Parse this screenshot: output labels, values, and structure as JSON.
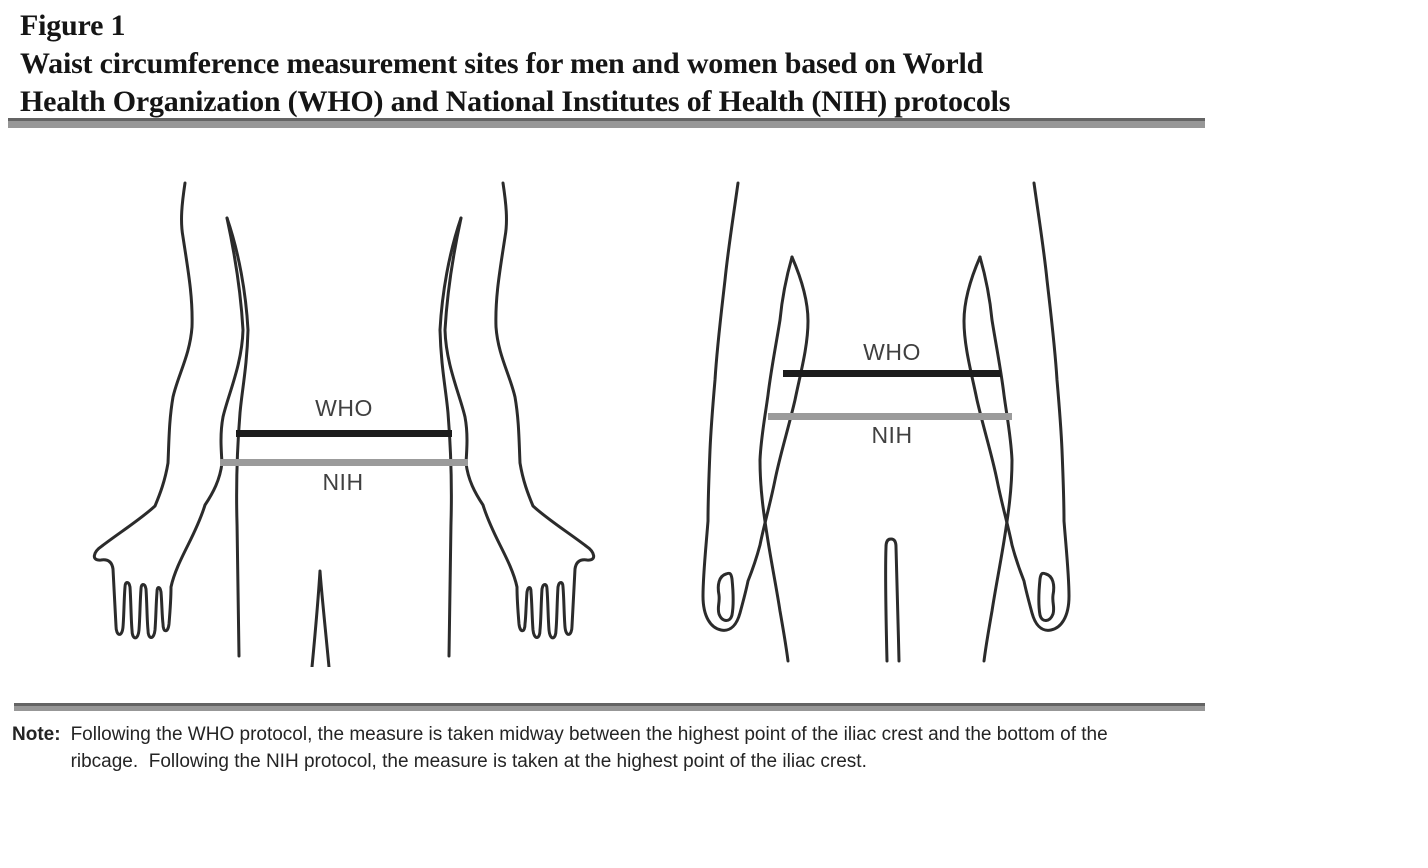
{
  "header": {
    "figure_label": "Figure 1",
    "title_lines": [
      "Waist circumference measurement sites for men and women based on World",
      "Health Organization (WHO) and National Institutes of Health (NIH) protocols"
    ]
  },
  "diagram": {
    "outline_color": "#2b2b2b",
    "who_line_color": "#1c1c1c",
    "nih_line_color": "#9b9b9b",
    "men": {
      "who_label": "WHO",
      "nih_label": "NIH"
    },
    "women": {
      "who_label": "WHO",
      "nih_label": "NIH"
    }
  },
  "rules": {
    "color": "#979797"
  },
  "note": {
    "label": "Note:",
    "line1": "Following the WHO protocol, the measure is taken midway between the highest point of the iliac crest and the bottom of the",
    "line2": "ribcage.  Following the NIH protocol, the measure is taken at the highest point of the iliac crest."
  }
}
